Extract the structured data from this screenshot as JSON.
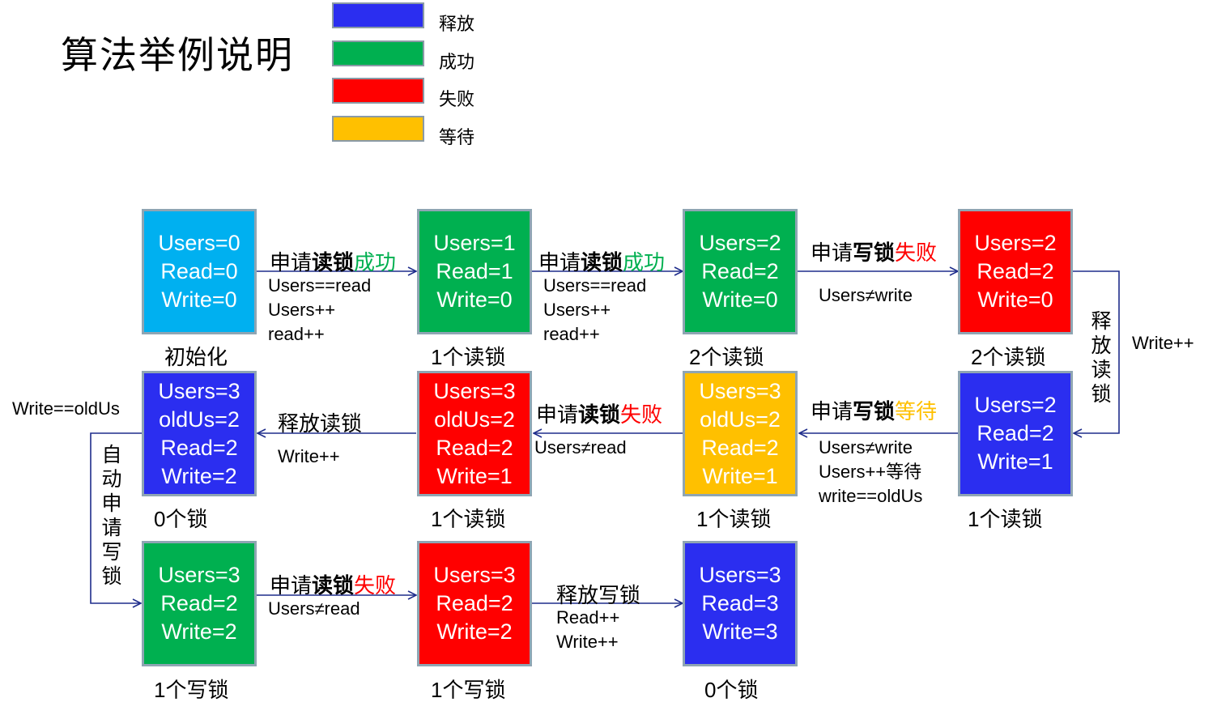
{
  "title": "算法举例说明",
  "legend": [
    {
      "label": "释放",
      "color": "#2b2ef0"
    },
    {
      "label": "成功",
      "color": "#00b050"
    },
    {
      "label": "失败",
      "color": "#ff0000"
    },
    {
      "label": "等待",
      "color": "#ffc000"
    }
  ],
  "states": [
    {
      "lines": [
        "Users=0",
        "Read=0",
        "Write=0"
      ],
      "caption": "初始化",
      "color": "#00b0f0"
    },
    {
      "lines": [
        "Users=1",
        "Read=1",
        "Write=0"
      ],
      "caption": "1个读锁",
      "color": "#00b050"
    },
    {
      "lines": [
        "Users=2",
        "Read=2",
        "Write=0"
      ],
      "caption": "2个读锁",
      "color": "#00b050"
    },
    {
      "lines": [
        "Users=2",
        "Read=2",
        "Write=0"
      ],
      "caption": "2个读锁",
      "color": "#ff0000"
    },
    {
      "lines": [
        "Users=2",
        "Read=2",
        "Write=1"
      ],
      "caption": "1个读锁",
      "color": "#2b2ef0"
    },
    {
      "lines": [
        "Users=3",
        "oldUs=2",
        "Read=2",
        "Write=1"
      ],
      "caption": "1个读锁",
      "color": "#ffc000"
    },
    {
      "lines": [
        "Users=3",
        "oldUs=2",
        "Read=2",
        "Write=1"
      ],
      "caption": "1个读锁",
      "color": "#ff0000"
    },
    {
      "lines": [
        "Users=3",
        "oldUs=2",
        "Read=2",
        "Write=2"
      ],
      "caption": "0个锁",
      "color": "#2b2ef0"
    },
    {
      "lines": [
        "Users=3",
        "Read=2",
        "Write=2"
      ],
      "caption": "1个写锁",
      "color": "#00b050"
    },
    {
      "lines": [
        "Users=3",
        "Read=2",
        "Write=2"
      ],
      "caption": "1个写锁",
      "color": "#ff0000"
    },
    {
      "lines": [
        "Users=3",
        "Read=3",
        "Write=3"
      ],
      "caption": "0个锁",
      "color": "#2b2ef0"
    }
  ],
  "edges": {
    "e1": {
      "prefix": "申请",
      "lock": "读锁",
      "result": "成功",
      "result_color": "#00b050",
      "conditions": [
        "Users==read",
        "Users++",
        "read++"
      ]
    },
    "e2": {
      "prefix": "申请",
      "lock": "读锁",
      "result": "成功",
      "result_color": "#00b050",
      "conditions": [
        "Users==read",
        "Users++",
        "read++"
      ]
    },
    "e3": {
      "prefix": "申请",
      "lock": "写锁",
      "result": "失败",
      "result_color": "#ff0000",
      "conditions": [
        "Users≠write"
      ]
    },
    "e4": {
      "vertical": [
        "释",
        "放",
        "读",
        "锁"
      ],
      "side_label": "Write++"
    },
    "e5": {
      "prefix": "申请",
      "lock": "写锁",
      "result": "等待",
      "result_color": "#ffc000",
      "conditions": [
        "Users≠write",
        "Users++等待",
        "write==oldUs"
      ]
    },
    "e6": {
      "prefix": "申请",
      "lock": "读锁",
      "result": "失败",
      "result_color": "#ff0000",
      "conditions": [
        "Users≠read"
      ]
    },
    "e7": {
      "label": "释放读锁",
      "conditions": [
        "Write++"
      ]
    },
    "e8": {
      "vertical": [
        "自",
        "动",
        "申",
        "请",
        "写",
        "锁"
      ],
      "side_label": "Write==oldUs"
    },
    "e9": {
      "prefix": "申请",
      "lock": "读锁",
      "result": "失败",
      "result_color": "#ff0000",
      "conditions": [
        "Users≠read"
      ]
    },
    "e10": {
      "label": "释放写锁",
      "conditions": [
        "Read++",
        "Write++"
      ]
    }
  }
}
